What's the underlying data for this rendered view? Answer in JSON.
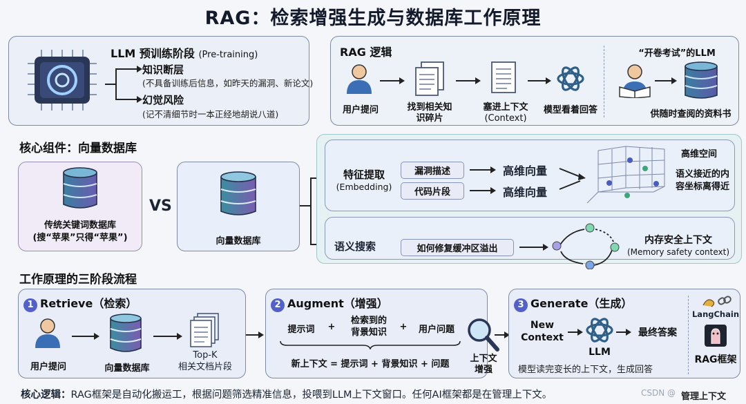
{
  "title": "RAG：检索增强生成与数据库工作原理",
  "llm": {
    "heading": "LLM 预训练阶段",
    "heading_en": "(Pre-training)",
    "item1_title": "知识断层",
    "item1_desc": "(不具备训练后信息，如昨天的漏洞、新论文)",
    "item2_title": "幻觉风险",
    "item2_desc": "(记不清细节时一本正经地胡说八道)"
  },
  "rag_logic": {
    "heading": "RAG 逻辑",
    "step1": "用户提问",
    "step2a": "找到相关知",
    "step2b": "识碎片",
    "step3a": "塞进上下文",
    "step3b": "(Context)",
    "step4": "模型看着回答",
    "exam_title": "“开卷考试”的LLM",
    "exam_caption": "供随时查阅的资料书"
  },
  "vector_section": {
    "heading": "核心组件：向量数据库",
    "traditional_a": "传统关键词数据库",
    "traditional_b": "(搜“苹果”只得“苹果”)",
    "vs": "VS",
    "vector_db": "向量数据库",
    "embedding_title": "特征提取",
    "embedding_en": "(Embedding)",
    "tag1": "漏洞描述",
    "tag2": "代码片段",
    "hv1": "高维向量",
    "hv2": "高维向量",
    "space_title": "高维空间",
    "space_desc_a": "语义接近的内",
    "space_desc_b": "容坐标离得近",
    "search_title": "语义搜索",
    "search_query": "如何修复缓冲区溢出",
    "mem_title": "内存安全上下文",
    "mem_en": "(Memory safety context)"
  },
  "flow": {
    "heading": "工作原理的三阶段流程",
    "s1_num": "1",
    "s1_title": "Retrieve（检索）",
    "s1_user": "用户提问",
    "s1_db": "向量数据库",
    "s1_topk_a": "Top-K",
    "s1_topk_b": "相关文档片段",
    "s2_num": "2",
    "s2_title": "Augment（增强）",
    "s2_a": "提示词",
    "s2_plus": "+",
    "s2_b1": "检索到的",
    "s2_b2": "背景知识",
    "s2_c": "用户问题",
    "s2_formula": "新上下文 = 提示词 + 背景知识 + 问题",
    "s2_mag_a": "上下文",
    "s2_mag_b": "增强",
    "s3_num": "3",
    "s3_title": "Generate（生成）",
    "s3_new_a": "New",
    "s3_new_b": "Context",
    "s3_llm": "LLM",
    "s3_final": "最终答案",
    "s3_desc": "模型读完变长的上下文，生成回答",
    "langchain": "LangChain",
    "framework": "RAG框架"
  },
  "footer": {
    "label": "核心逻辑：",
    "text": "RAG框架是自动化搬运工，根据问题筛选精准信息，投喂到LLM上下文窗口。任何AI框架都是在管理上下文。",
    "watermark": "CSDN @",
    "corner": "管理上下文"
  },
  "colors": {
    "accent": "#5260c9",
    "db_teal": "#3b7ea0",
    "db_purple": "#7a5cb0"
  }
}
